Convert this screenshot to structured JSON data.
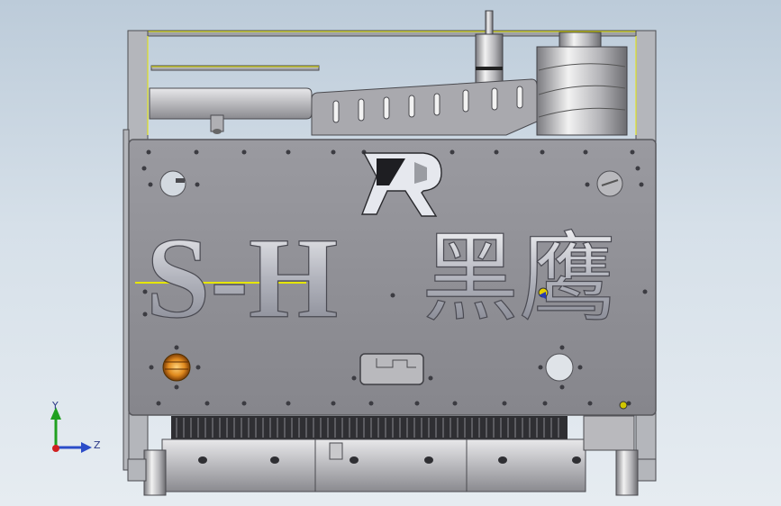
{
  "scene": {
    "logo_text_left": "S-H",
    "logo_text_right": "黑鹰",
    "brand_mark": "R"
  },
  "triad": {
    "x_label": "Z",
    "y_label": "Y"
  },
  "colors": {
    "plate": "#8f8f96",
    "plate_edge": "#5e5e64",
    "frame": "#a6a8ad",
    "frame_highlight": "#ffff00",
    "roller": "#2a2a2a",
    "bearing_orange": "#e08a1e"
  },
  "icons": [
    "coordinate-triad-icon",
    "brand-logo-icon"
  ]
}
